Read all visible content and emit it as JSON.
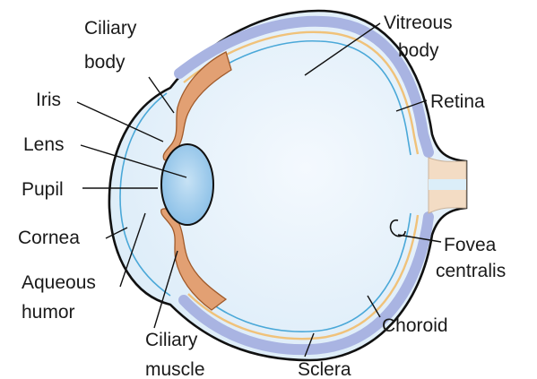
{
  "labels": {
    "ciliary_body": [
      "Ciliary",
      "body"
    ],
    "iris": "Iris",
    "lens": "Lens",
    "pupil": "Pupil",
    "cornea": "Cornea",
    "aqueous_humor": [
      "Aqueous",
      "humor"
    ],
    "ciliary_muscle": [
      "Ciliary",
      "muscle"
    ],
    "sclera": "Sclera",
    "choroid": "Choroid",
    "fovea_centralis": [
      "Fovea",
      "centralis"
    ],
    "retina": "Retina",
    "vitreous_body": [
      "Vitreous",
      "body"
    ]
  },
  "colors": {
    "sclera_outline": "#111111",
    "eye_fill": "#e4f1fb",
    "choroid": "#a9b4e2",
    "retina_line": "#f0c27a",
    "inner_line": "#4aa8d8",
    "ciliary": "#e2a073",
    "ciliary_stroke": "#a05a2a",
    "lens_fill": "#a9d0ee",
    "nerve": "#f3dcc4"
  }
}
